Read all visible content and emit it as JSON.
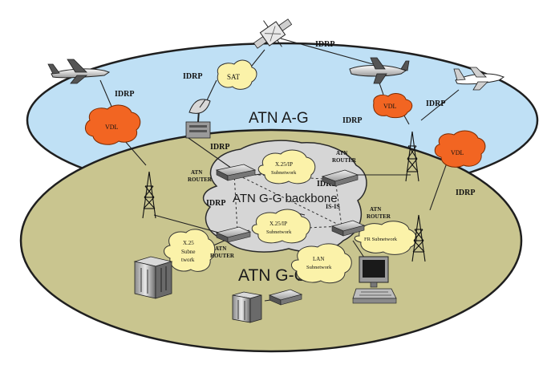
{
  "regions": {
    "air_ground": "ATN A-G",
    "backbone": "ATN G-G backbone",
    "ground_ground": "ATN G-G"
  },
  "protocols": {
    "idrp": "IDRP",
    "is_is": "IS-IS"
  },
  "clouds": {
    "sat": "SAT",
    "vdl": "VDL",
    "x25ip_line1": "X.25/IP",
    "x25ip_line2": "Subnetwork",
    "x25_line1": "X.25",
    "x25_line2": "Subne",
    "x25_line3": "twork",
    "lan_line1": "LAN",
    "lan_line2": "Subnetwork",
    "fr": "FR Subnetwork"
  },
  "router": {
    "line1": "ATN",
    "line2": "ROUTER"
  },
  "colors": {
    "air_ground_fill": "#bfe0f5",
    "ground_fill": "#c9c58f",
    "backbone_fill": "#d4d4d4",
    "vdl_fill": "#f26522",
    "cloud_fill": "#fbf2a9"
  }
}
